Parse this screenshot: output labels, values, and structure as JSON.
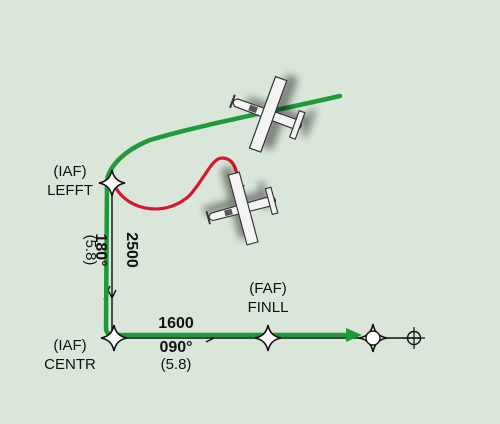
{
  "colors": {
    "background": "#d9e6d9",
    "flight_path": "#1f9a3a",
    "alternate_path": "#d7172f",
    "course_line": "#111111"
  },
  "fixes": {
    "lefft": {
      "role": "(IAF)",
      "name": "LEFFT"
    },
    "centr": {
      "role": "(IAF)",
      "name": "CENTR"
    },
    "finll": {
      "role": "(FAF)",
      "name": "FINLL"
    }
  },
  "legs": {
    "lefft_to_centr": {
      "altitude": "2500",
      "course": "180°",
      "distance": "(5.8)"
    },
    "centr_to_finll": {
      "altitude": "1600",
      "course": "090°",
      "distance": "(5.8)"
    }
  },
  "icons": {
    "aircraft": "airplane-icon",
    "fix": "fix-star-icon",
    "waypoint": "flyover-waypoint-icon",
    "airport": "crosshair-target-icon"
  }
}
